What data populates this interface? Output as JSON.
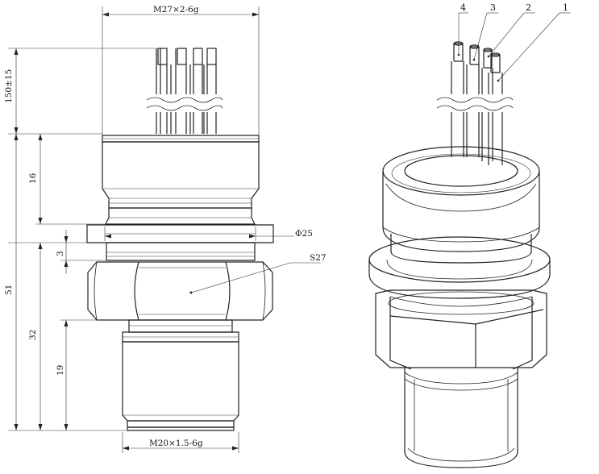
{
  "drawing": {
    "thread_top": "M27×2-6g",
    "cable_length": "150±15",
    "length_upper": "16",
    "height_total": "51",
    "flange_thickness": "3",
    "length_lower": "32",
    "thread_length": "19",
    "flange_diameter": "Φ25",
    "hex_size": "S27",
    "thread_bottom": "M20×1.5-6g"
  },
  "wires": [
    "4",
    "3",
    "2",
    "1"
  ]
}
